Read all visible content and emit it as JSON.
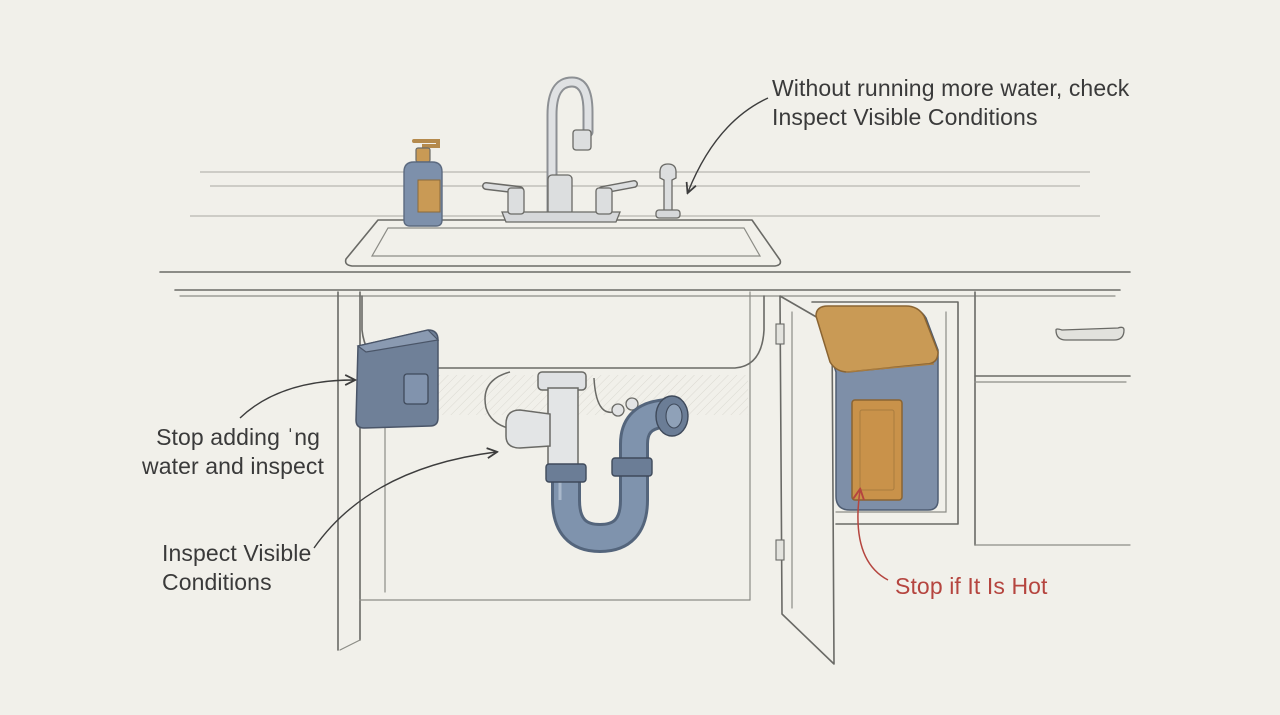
{
  "annotations": {
    "top": {
      "line1": "Without running more water, check",
      "line2": "Inspect Visible Conditions"
    },
    "left_upper": {
      "line1": "Stop adding ˈng",
      "line2": "water and inspect"
    },
    "left_lower": {
      "line1": "Inspect Visible",
      "line2": "Conditions"
    },
    "hot": {
      "line1": "Stop if It Is Hot"
    }
  },
  "colors": {
    "background": "#f1f0ea",
    "line": "#6a6a66",
    "pipe_blue": "#7f93ad",
    "pipe_dark": "#54657c",
    "chrome": "#d6d8da",
    "heater_lid": "#c99a55",
    "heater_body": "#7e8fa8",
    "panel_orange": "#c9924a",
    "warning_red": "#b5453f",
    "box_blue": "#6f8098",
    "soap_blue": "#7d90ab"
  },
  "icons": {
    "faucet": "faucet-icon",
    "soap": "soap-dispenser-icon",
    "sprayer": "sprayer-icon",
    "trap": "p-trap-pipe-icon",
    "heater": "water-heater-icon",
    "electrical_box": "electrical-box-icon"
  }
}
